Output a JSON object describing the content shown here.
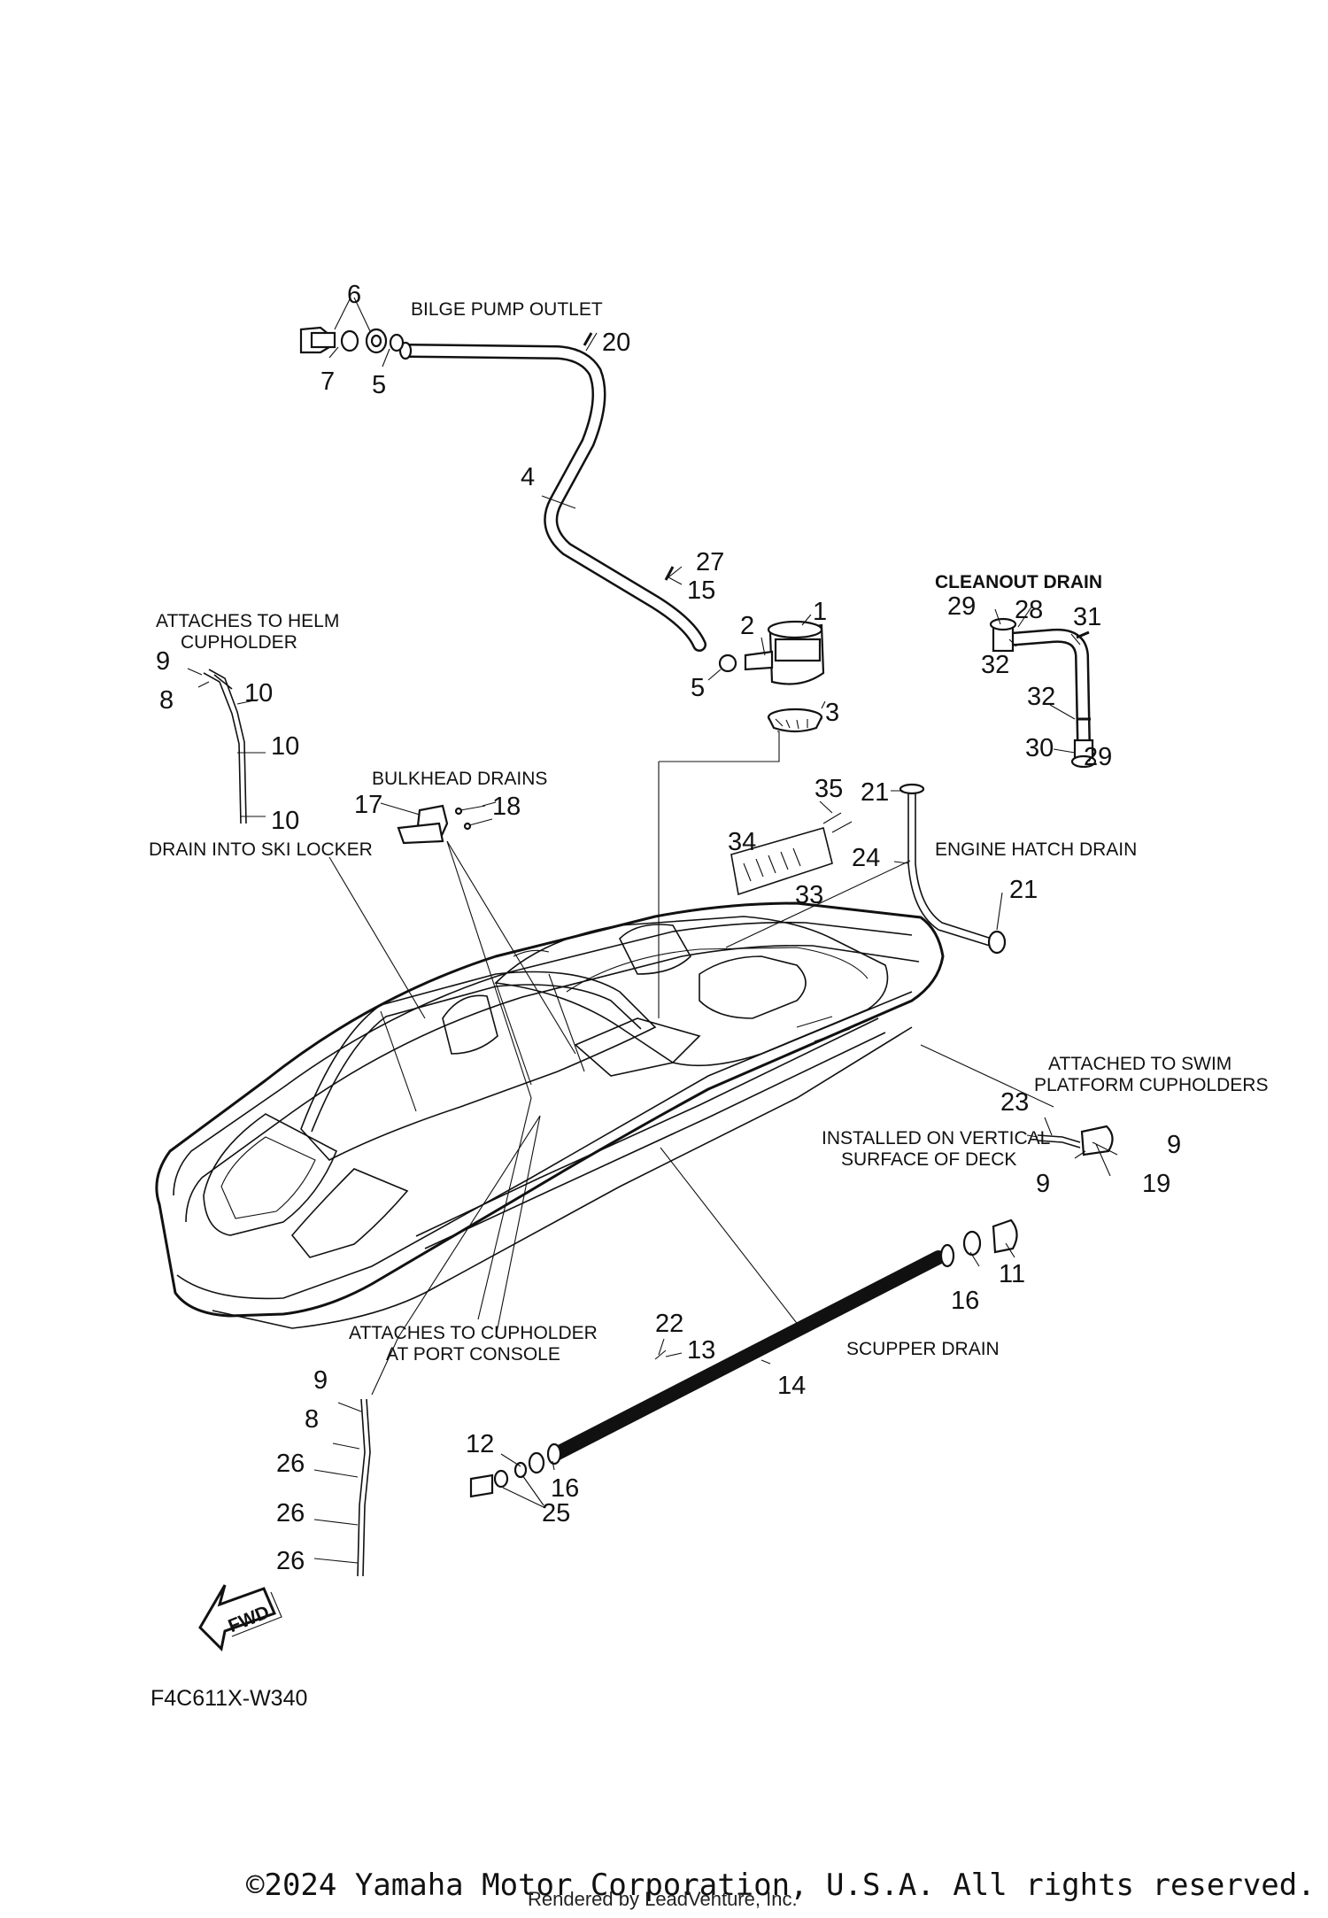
{
  "labels": {
    "bilge_pump_outlet": "BILGE PUMP OUTLET",
    "cleanout_drain": "CLEANOUT DRAIN",
    "attaches_helm_1": "ATTACHES TO HELM",
    "attaches_helm_2": "CUPHOLDER",
    "bulkhead_drains": "BULKHEAD DRAINS",
    "drain_ski_locker": "DRAIN INTO SKI LOCKER",
    "engine_hatch_drain": "ENGINE HATCH DRAIN",
    "swim_platform_1": "ATTACHED TO SWIM",
    "swim_platform_2": "PLATFORM CUPHOLDERS",
    "vertical_surface_1": "INSTALLED ON VERTICAL",
    "vertical_surface_2": "SURFACE OF DECK",
    "port_console_1": "ATTACHES TO CUPHOLDER",
    "port_console_2": "AT PORT CONSOLE",
    "scupper_drain": "SCUPPER DRAIN",
    "fwd": "FWD"
  },
  "part_numbers": {
    "p6": "6",
    "p7": "7",
    "p5a": "5",
    "p20": "20",
    "p4": "4",
    "p27": "27",
    "p15": "15",
    "p1": "1",
    "p2": "2",
    "p5b": "5",
    "p3": "3",
    "p29a": "29",
    "p28": "28",
    "p31": "31",
    "p32a": "32",
    "p32b": "32",
    "p30": "30",
    "p29b": "29",
    "p9a": "9",
    "p8a": "8",
    "p10a": "10",
    "p10b": "10",
    "p10c": "10",
    "p17": "17",
    "p18": "18",
    "p35": "35",
    "p21a": "21",
    "p34": "34",
    "p24": "24",
    "p33": "33",
    "p21b": "21",
    "p23": "23",
    "p9b": "9",
    "p9c": "9",
    "p19": "19",
    "p11": "11",
    "p16a": "16",
    "p22": "22",
    "p13": "13",
    "p14": "14",
    "p9d": "9",
    "p8b": "8",
    "p26a": "26",
    "p26b": "26",
    "p26c": "26",
    "p12": "12",
    "p16b": "16",
    "p25": "25"
  },
  "diagram_code": "F4C611X-W340",
  "footer": {
    "copyright": "©2024 Yamaha Motor Corporation, U.S.A. All rights reserved.",
    "rendered_by": "Rendered by LeadVenture, Inc."
  }
}
